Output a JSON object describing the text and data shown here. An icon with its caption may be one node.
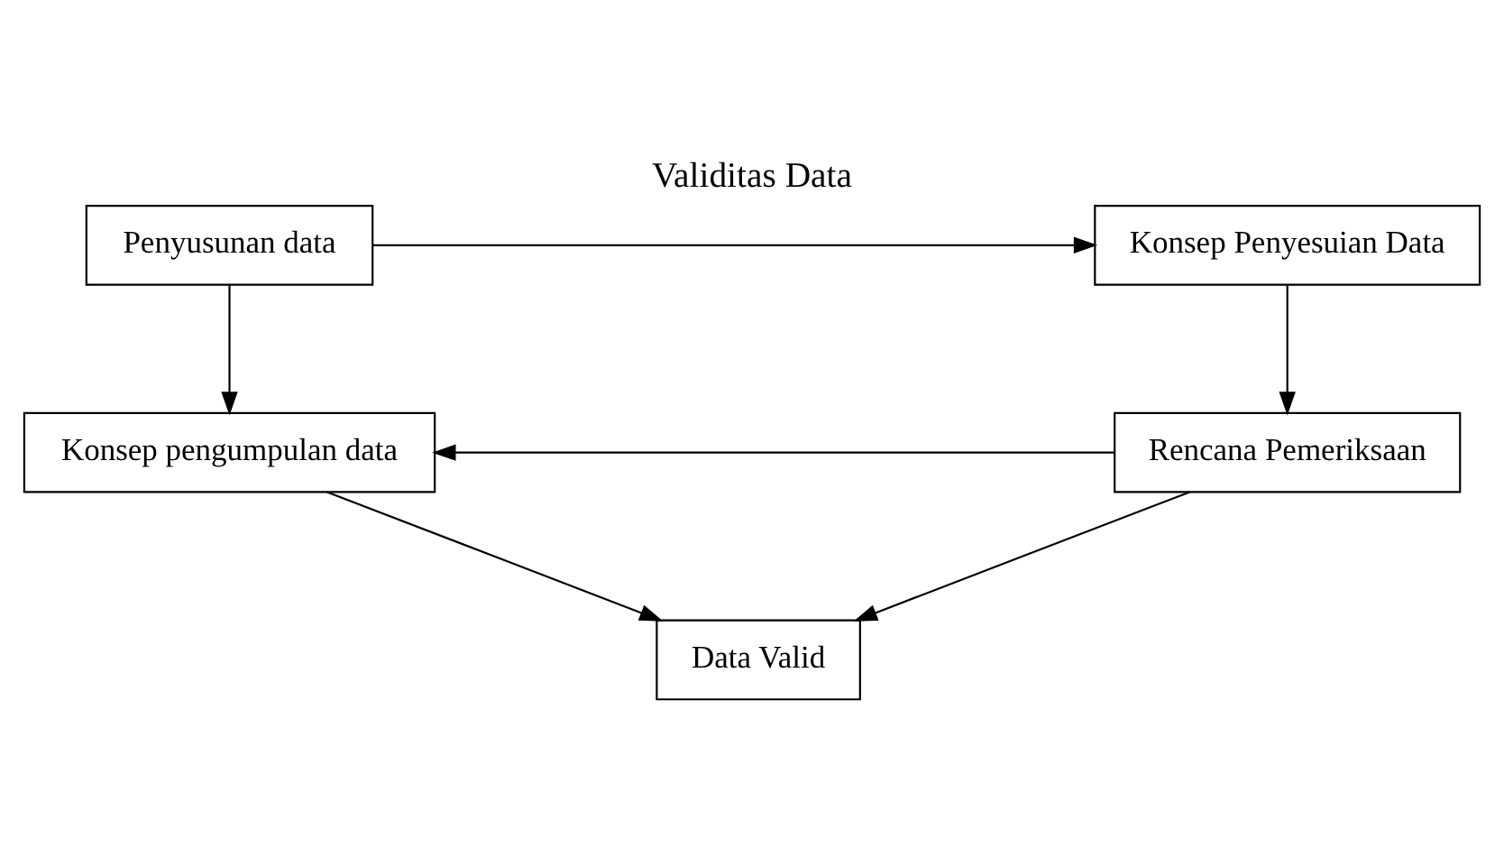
{
  "diagram": {
    "title": "Validitas Data",
    "nodes": [
      {
        "text": [
          "Penyusunan data"
        ]
      },
      {
        "text": [
          "Konsep Penyesuian Data"
        ]
      },
      {
        "text": [
          "Konsep pengumpulan data"
        ]
      },
      {
        "text": [
          "Rencana Pemeriksaan"
        ]
      },
      {
        "text": [
          "Data Valid"
        ]
      }
    ],
    "edges": [
      {
        "from": 0,
        "to": 1,
        "arrow": "to"
      },
      {
        "from": 0,
        "to": 2,
        "arrow": "to"
      },
      {
        "from": 1,
        "to": 3,
        "arrow": "to"
      },
      {
        "from": 3,
        "to": 2,
        "arrow": "to"
      },
      {
        "from": 2,
        "to": 4,
        "arrow": "to"
      },
      {
        "from": 3,
        "to": 4,
        "arrow": "to"
      }
    ]
  }
}
